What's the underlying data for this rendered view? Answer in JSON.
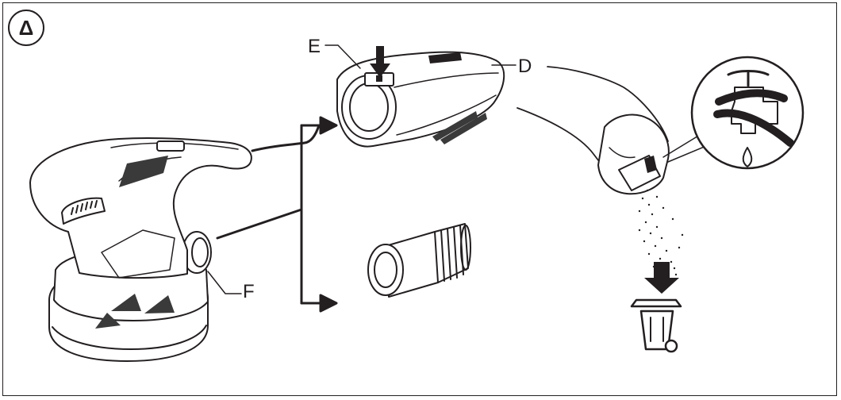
{
  "figure": {
    "step_symbol": "Δ",
    "callouts": {
      "e": "E",
      "d": "D",
      "f": "F"
    },
    "colors": {
      "line": "#231f20",
      "fill": "#ffffff",
      "shade": "#3a3a3a"
    },
    "icons": [
      "sander-icon",
      "dust-canister-icon",
      "hose-adapter-icon",
      "hand-icon",
      "no-water-tap-icon",
      "dust-particles-icon",
      "down-arrow-icon",
      "waste-bin-icon"
    ]
  }
}
